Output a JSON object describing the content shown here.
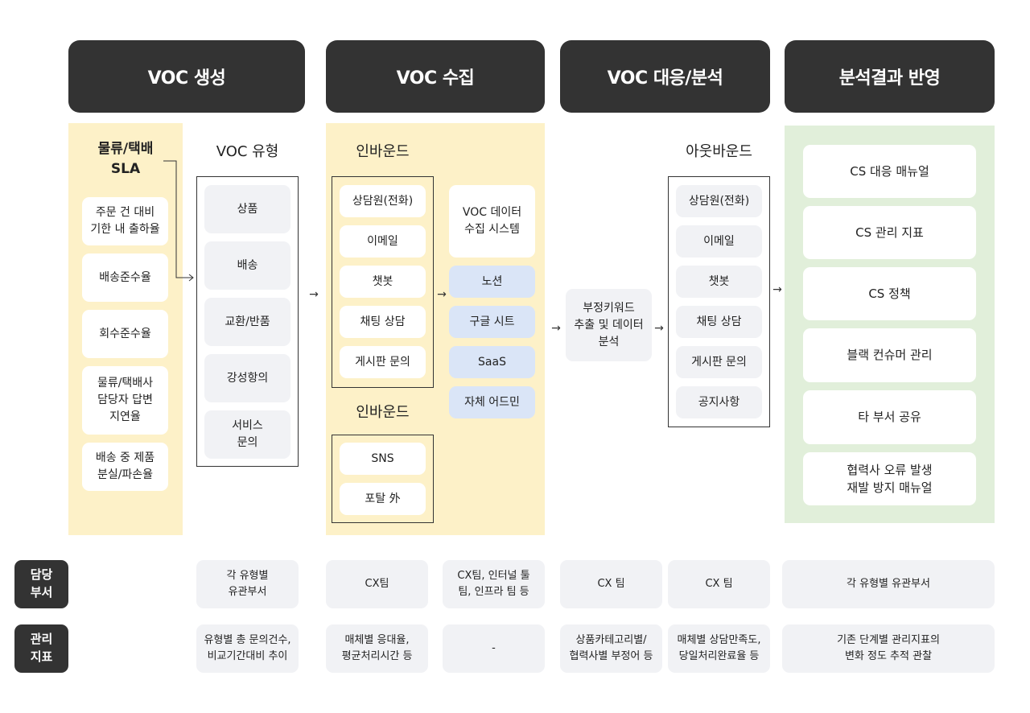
{
  "headers": {
    "voc_create": "VOC 생성",
    "voc_collect": "VOC 수집",
    "voc_respond": "VOC 대응/분석",
    "result_apply": "분석결과 반영"
  },
  "sla": {
    "title": "물류/택배\nSLA",
    "items": [
      "주문 건 대비\n기한 내 출하율",
      "배송준수율",
      "회수준수율",
      "물류/택배사\n담당자 답변\n지연율",
      "배송 중 제품\n분실/파손율"
    ]
  },
  "voc_types": {
    "title": "VOC 유형",
    "items": [
      "상품",
      "배송",
      "교환/반품",
      "강성항의",
      "서비스\n문의"
    ]
  },
  "inbound": {
    "title": "인바운드",
    "items": [
      "상담원(전화)",
      "이메일",
      "챗봇",
      "채팅 상담",
      "게시판 문의"
    ]
  },
  "inbound2": {
    "title": "인바운드",
    "items": [
      "SNS",
      "포탈 外"
    ]
  },
  "collect_system": {
    "title": "VOC 데이터\n수집 시스템",
    "items": [
      "노션",
      "구글 시트",
      "SaaS",
      "자체 어드민"
    ]
  },
  "analysis": {
    "label": "부정키워드\n추출 및 데이터\n분석"
  },
  "outbound": {
    "title": "아웃바운드",
    "items": [
      "상담원(전화)",
      "이메일",
      "챗봇",
      "채팅 상담",
      "게시판 문의",
      "공지사항"
    ]
  },
  "results": {
    "items": [
      "CS 대응 매뉴얼",
      "CS 관리 지표",
      "CS 정책",
      "블랙 컨슈머 관리",
      "타 부서 공유",
      "협력사 오류 발생\n재발 방지 매뉴얼"
    ]
  },
  "rows": {
    "owner_label": "담당\n부서",
    "metric_label": "관리\n지표",
    "owner": [
      "각 유형별\n유관부서",
      "CX팀",
      "CX팀, 인터널 툴\n팀, 인프라 팀 등",
      "CX 팀",
      "CX 팀",
      "각 유형별 유관부서"
    ],
    "metric": [
      "유형별 총 문의건수,\n비교기간대비 추이",
      "매체별 응대율,\n평균처리시간 등",
      "-",
      "상품카테고리별/\n협력사별 부정어 등",
      "매체별 상담만족도,\n당일처리완료율 등",
      "기존 단계별 관리지표의\n변화 정도 추적 관찰"
    ]
  },
  "arrows": {
    "right": "→"
  }
}
